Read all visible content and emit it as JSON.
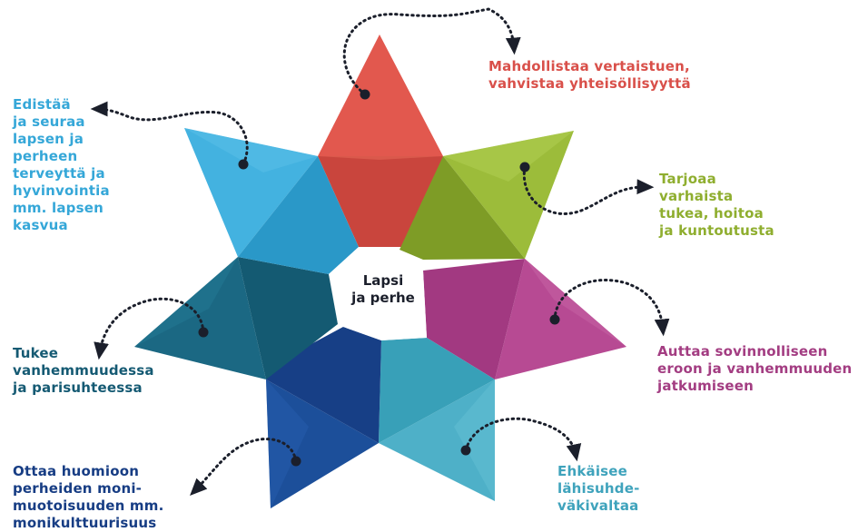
{
  "center": {
    "text": "Lapsi\nja perhe"
  },
  "points": [
    {
      "id": "mahdollistaa",
      "text": "Mahdollistaa vertaistuen,\nvahvistaa yhteisöllisyyttä",
      "color": "#d9504a"
    },
    {
      "id": "tarjoaa",
      "text": "Tarjoaa\nvarhaista\ntukea, hoitoa\nja kuntoutusta",
      "color": "#8fae2f"
    },
    {
      "id": "auttaa",
      "text": "Auttaa sovinnolliseen\neroon ja vanhemmuuden\njatkumiseen",
      "color": "#a33d82"
    },
    {
      "id": "ehkaisee",
      "text": "Ehkäisee\nlähisuhde-\nväkivaltaa",
      "color": "#3fa3bc"
    },
    {
      "id": "ottaa",
      "text": "Ottaa huomioon\nperheiden moni-\nmuotoisuuden mm.\nmonikulttuurisuus",
      "color": "#173d84"
    },
    {
      "id": "tukee",
      "text": "Tukee\nvanhemmuudessa\nja parisuhteessa",
      "color": "#155a73"
    },
    {
      "id": "edistaa",
      "text": "Edistää\nja seuraa\nlapsen ja\nperheen\nterveyttä ja\nhyvinvointia\nmm. lapsen\nkasvua",
      "color": "#35a7d8"
    }
  ]
}
